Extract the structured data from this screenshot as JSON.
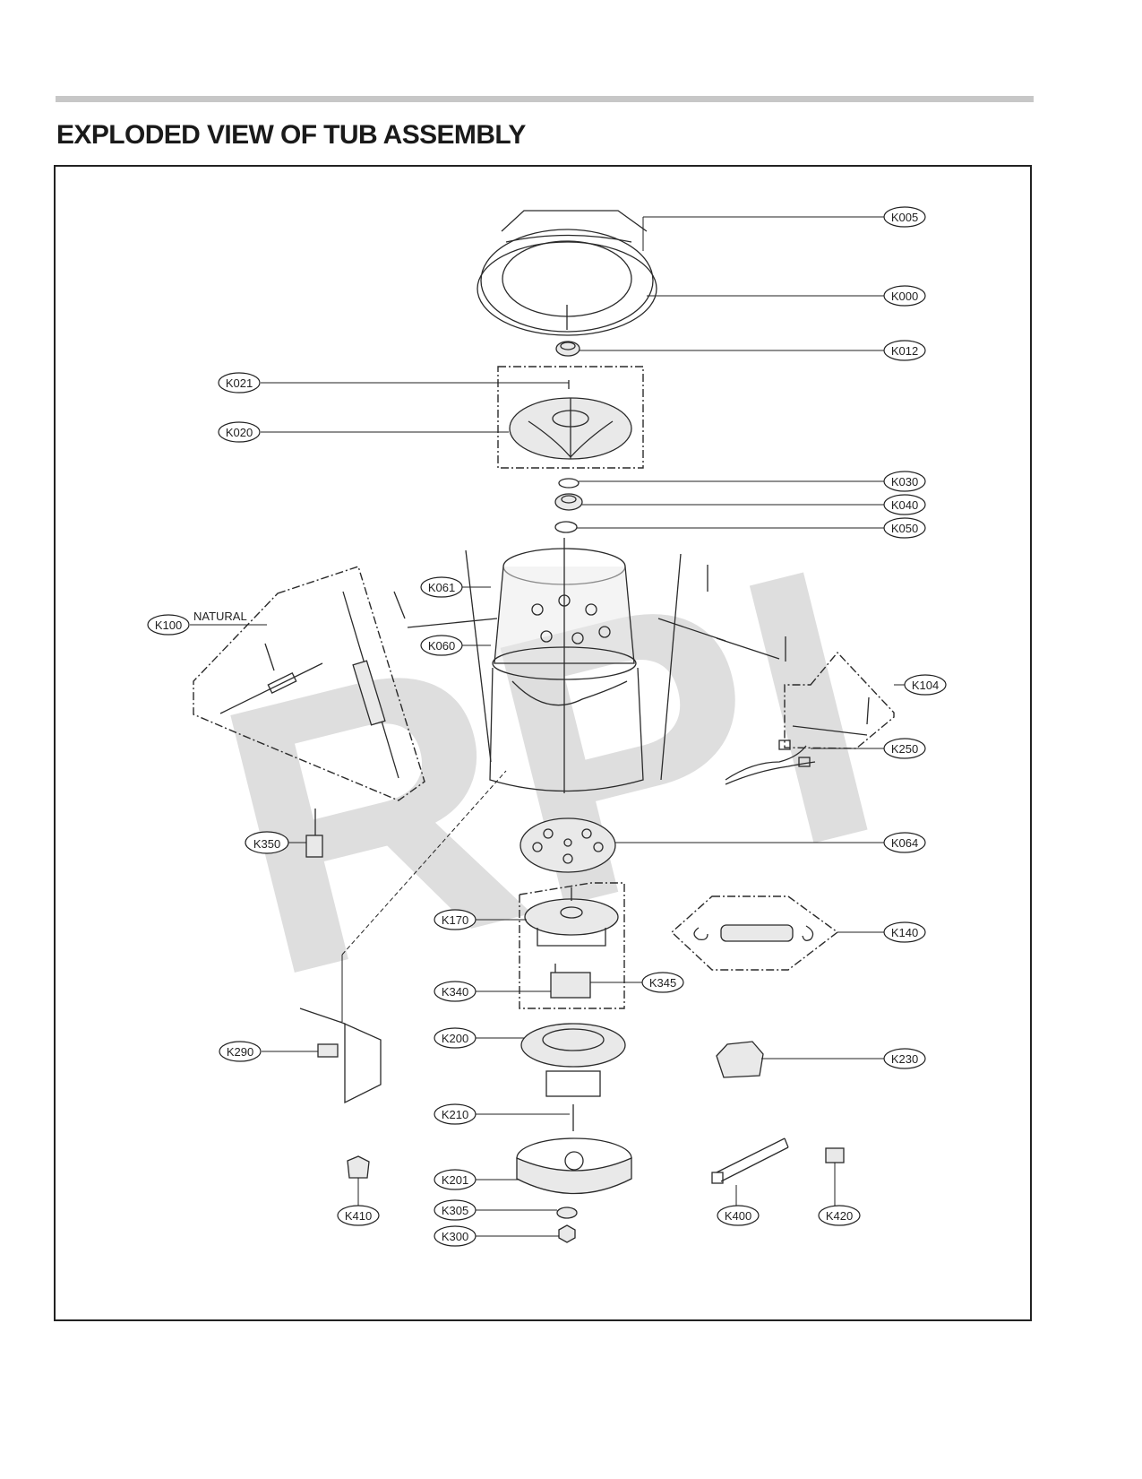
{
  "page_title": "EXPLODED VIEW OF TUB ASSEMBLY",
  "watermark": "RPI",
  "annotations": {
    "natural": "NATURAL"
  },
  "callouts": [
    "K005",
    "K000",
    "K012",
    "K021",
    "K020",
    "K030",
    "K040",
    "K050",
    "K061",
    "K060",
    "K100",
    "K104",
    "K250",
    "K350",
    "K064",
    "K170",
    "K140",
    "K340",
    "K345",
    "K200",
    "K290",
    "K230",
    "K210",
    "K201",
    "K305",
    "K300",
    "K410",
    "K400",
    "K420"
  ]
}
